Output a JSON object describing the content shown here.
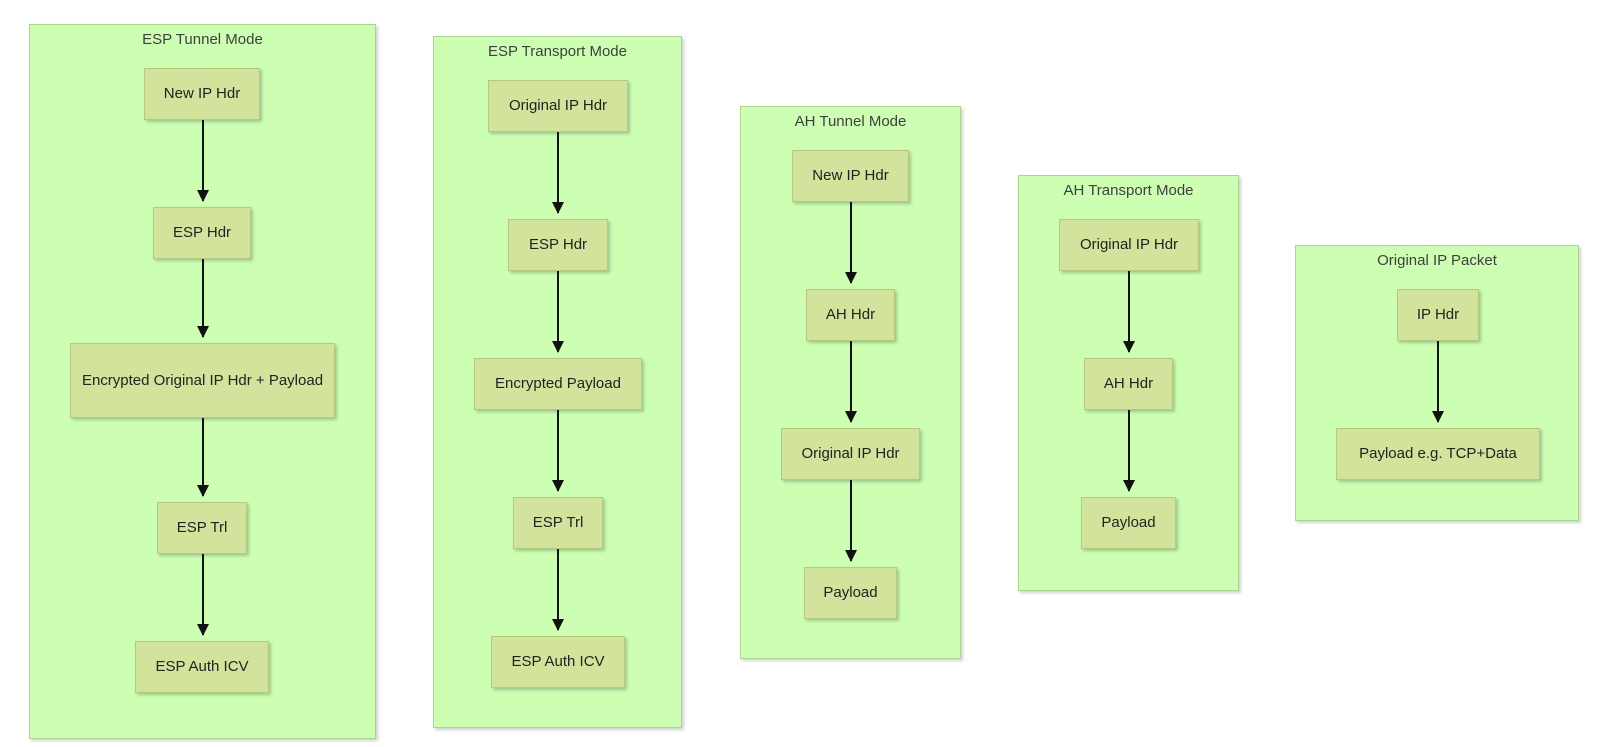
{
  "colors": {
    "group_fill": "#ccffb2",
    "node_fill": "#d2e49b",
    "arrow": "#111111"
  },
  "groups": [
    {
      "title": "ESP Tunnel Mode",
      "nodes": [
        "New IP Hdr",
        "ESP Hdr",
        "Encrypted Original IP Hdr + Payload",
        "ESP Trl",
        "ESP Auth ICV"
      ]
    },
    {
      "title": "ESP Transport Mode",
      "nodes": [
        "Original IP Hdr",
        "ESP Hdr",
        "Encrypted Payload",
        "ESP Trl",
        "ESP Auth ICV"
      ]
    },
    {
      "title": "AH Tunnel Mode",
      "nodes": [
        "New IP Hdr",
        "AH Hdr",
        "Original IP Hdr",
        "Payload"
      ]
    },
    {
      "title": "AH Transport Mode",
      "nodes": [
        "Original IP Hdr",
        "AH Hdr",
        "Payload"
      ]
    },
    {
      "title": "Original IP Packet",
      "nodes": [
        "IP Hdr",
        "Payload e.g. TCP+Data"
      ]
    }
  ]
}
